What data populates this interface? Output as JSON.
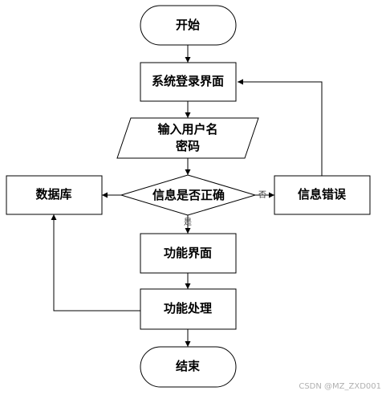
{
  "nodes": {
    "start": "开始",
    "login_screen": "系统登录界面",
    "input_line1": "输入用户名",
    "input_line2": "密码",
    "check": "信息是否正确",
    "database": "数据库",
    "error": "信息错误",
    "func_screen": "功能界面",
    "func_process": "功能处理",
    "end": "结束"
  },
  "edge_labels": {
    "no": "否",
    "yes": "是"
  },
  "watermark": "CSDN @MZ_ZXD001"
}
